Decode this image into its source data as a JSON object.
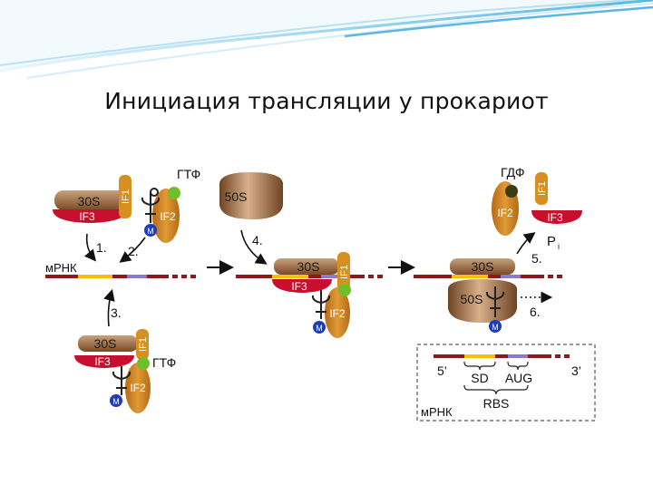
{
  "slide": {
    "title": "Инициация трансляции у прокариот"
  },
  "diagram": {
    "labels": {
      "s30": "30S",
      "s50": "50S",
      "if1": "IF1",
      "if2": "IF2",
      "if3": "IF3",
      "gtp": "ГТФ",
      "gdp": "ГДФ",
      "met": "M",
      "mrna": "мРНК",
      "pi_p": "P",
      "pi_i": "i",
      "five_prime": "5’",
      "three_prime": "3’",
      "sd": "SD",
      "aug": "AUG",
      "rbs": "RBS"
    },
    "steps": {
      "s1": "1.",
      "s2": "2.",
      "s3": "3.",
      "s4": "4.",
      "s5": "5.",
      "s6": "6."
    }
  },
  "colors": {
    "background": "#ffffff",
    "ribosome_brown": "#9c6a3e",
    "ribosome_dark": "#6e4422",
    "if3_red": "#c8102e",
    "if_orange": "#d7901f",
    "mrna_dark_red": "#8b1a1a",
    "sd_yellow": "#f2c200",
    "aug_violet": "#8a7bd0",
    "gtp_green": "#6fbf2a",
    "gdp_dark": "#3c3c14",
    "met_blue": "#1e3cbe",
    "wave_blue": "#7fc6e8"
  },
  "icons": [
    "trna-icon",
    "gtp-icon",
    "gdp-icon",
    "methionine-icon",
    "arrow-icon"
  ]
}
